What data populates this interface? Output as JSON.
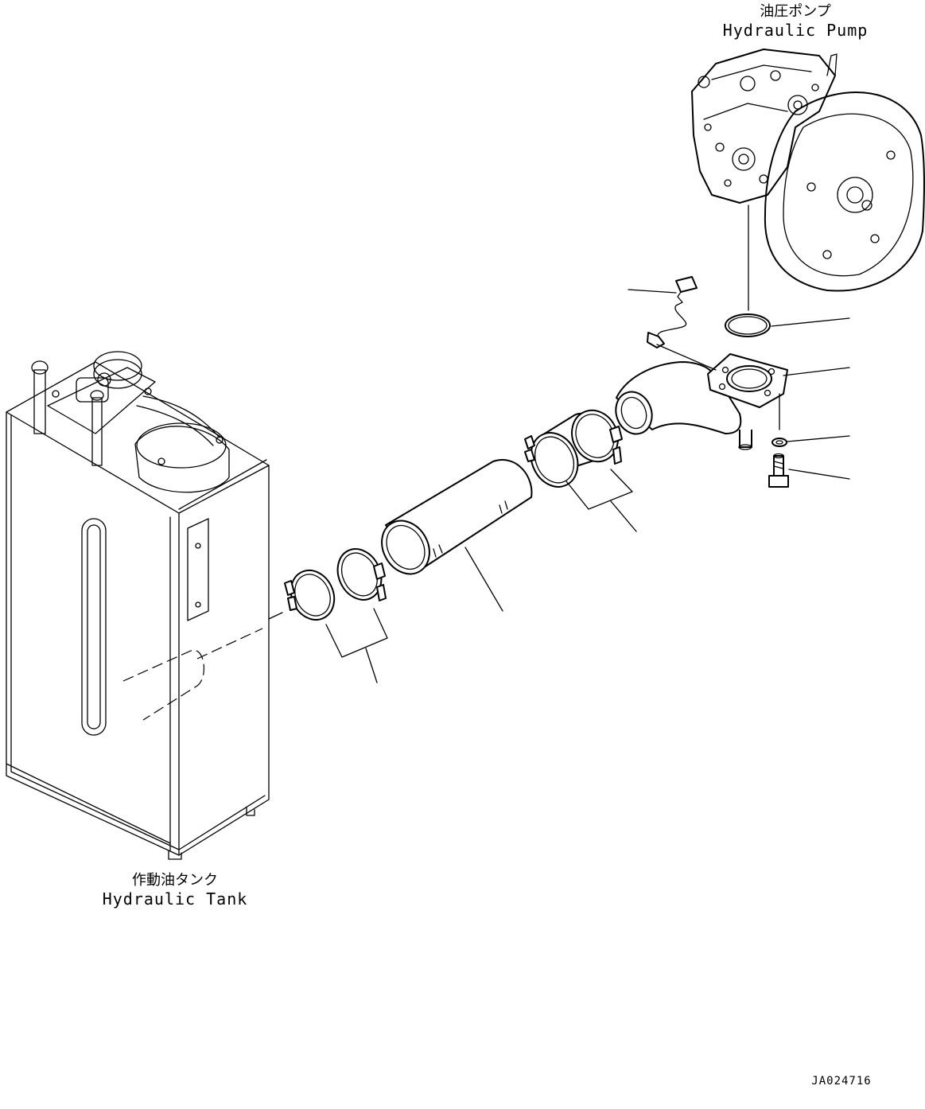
{
  "pump_label": {
    "jp": "油圧ポンプ",
    "en": "Hydraulic Pump"
  },
  "tank_label": {
    "jp": "作動油タンク",
    "en": "Hydraulic Tank"
  },
  "drawing_code": "JA024716"
}
